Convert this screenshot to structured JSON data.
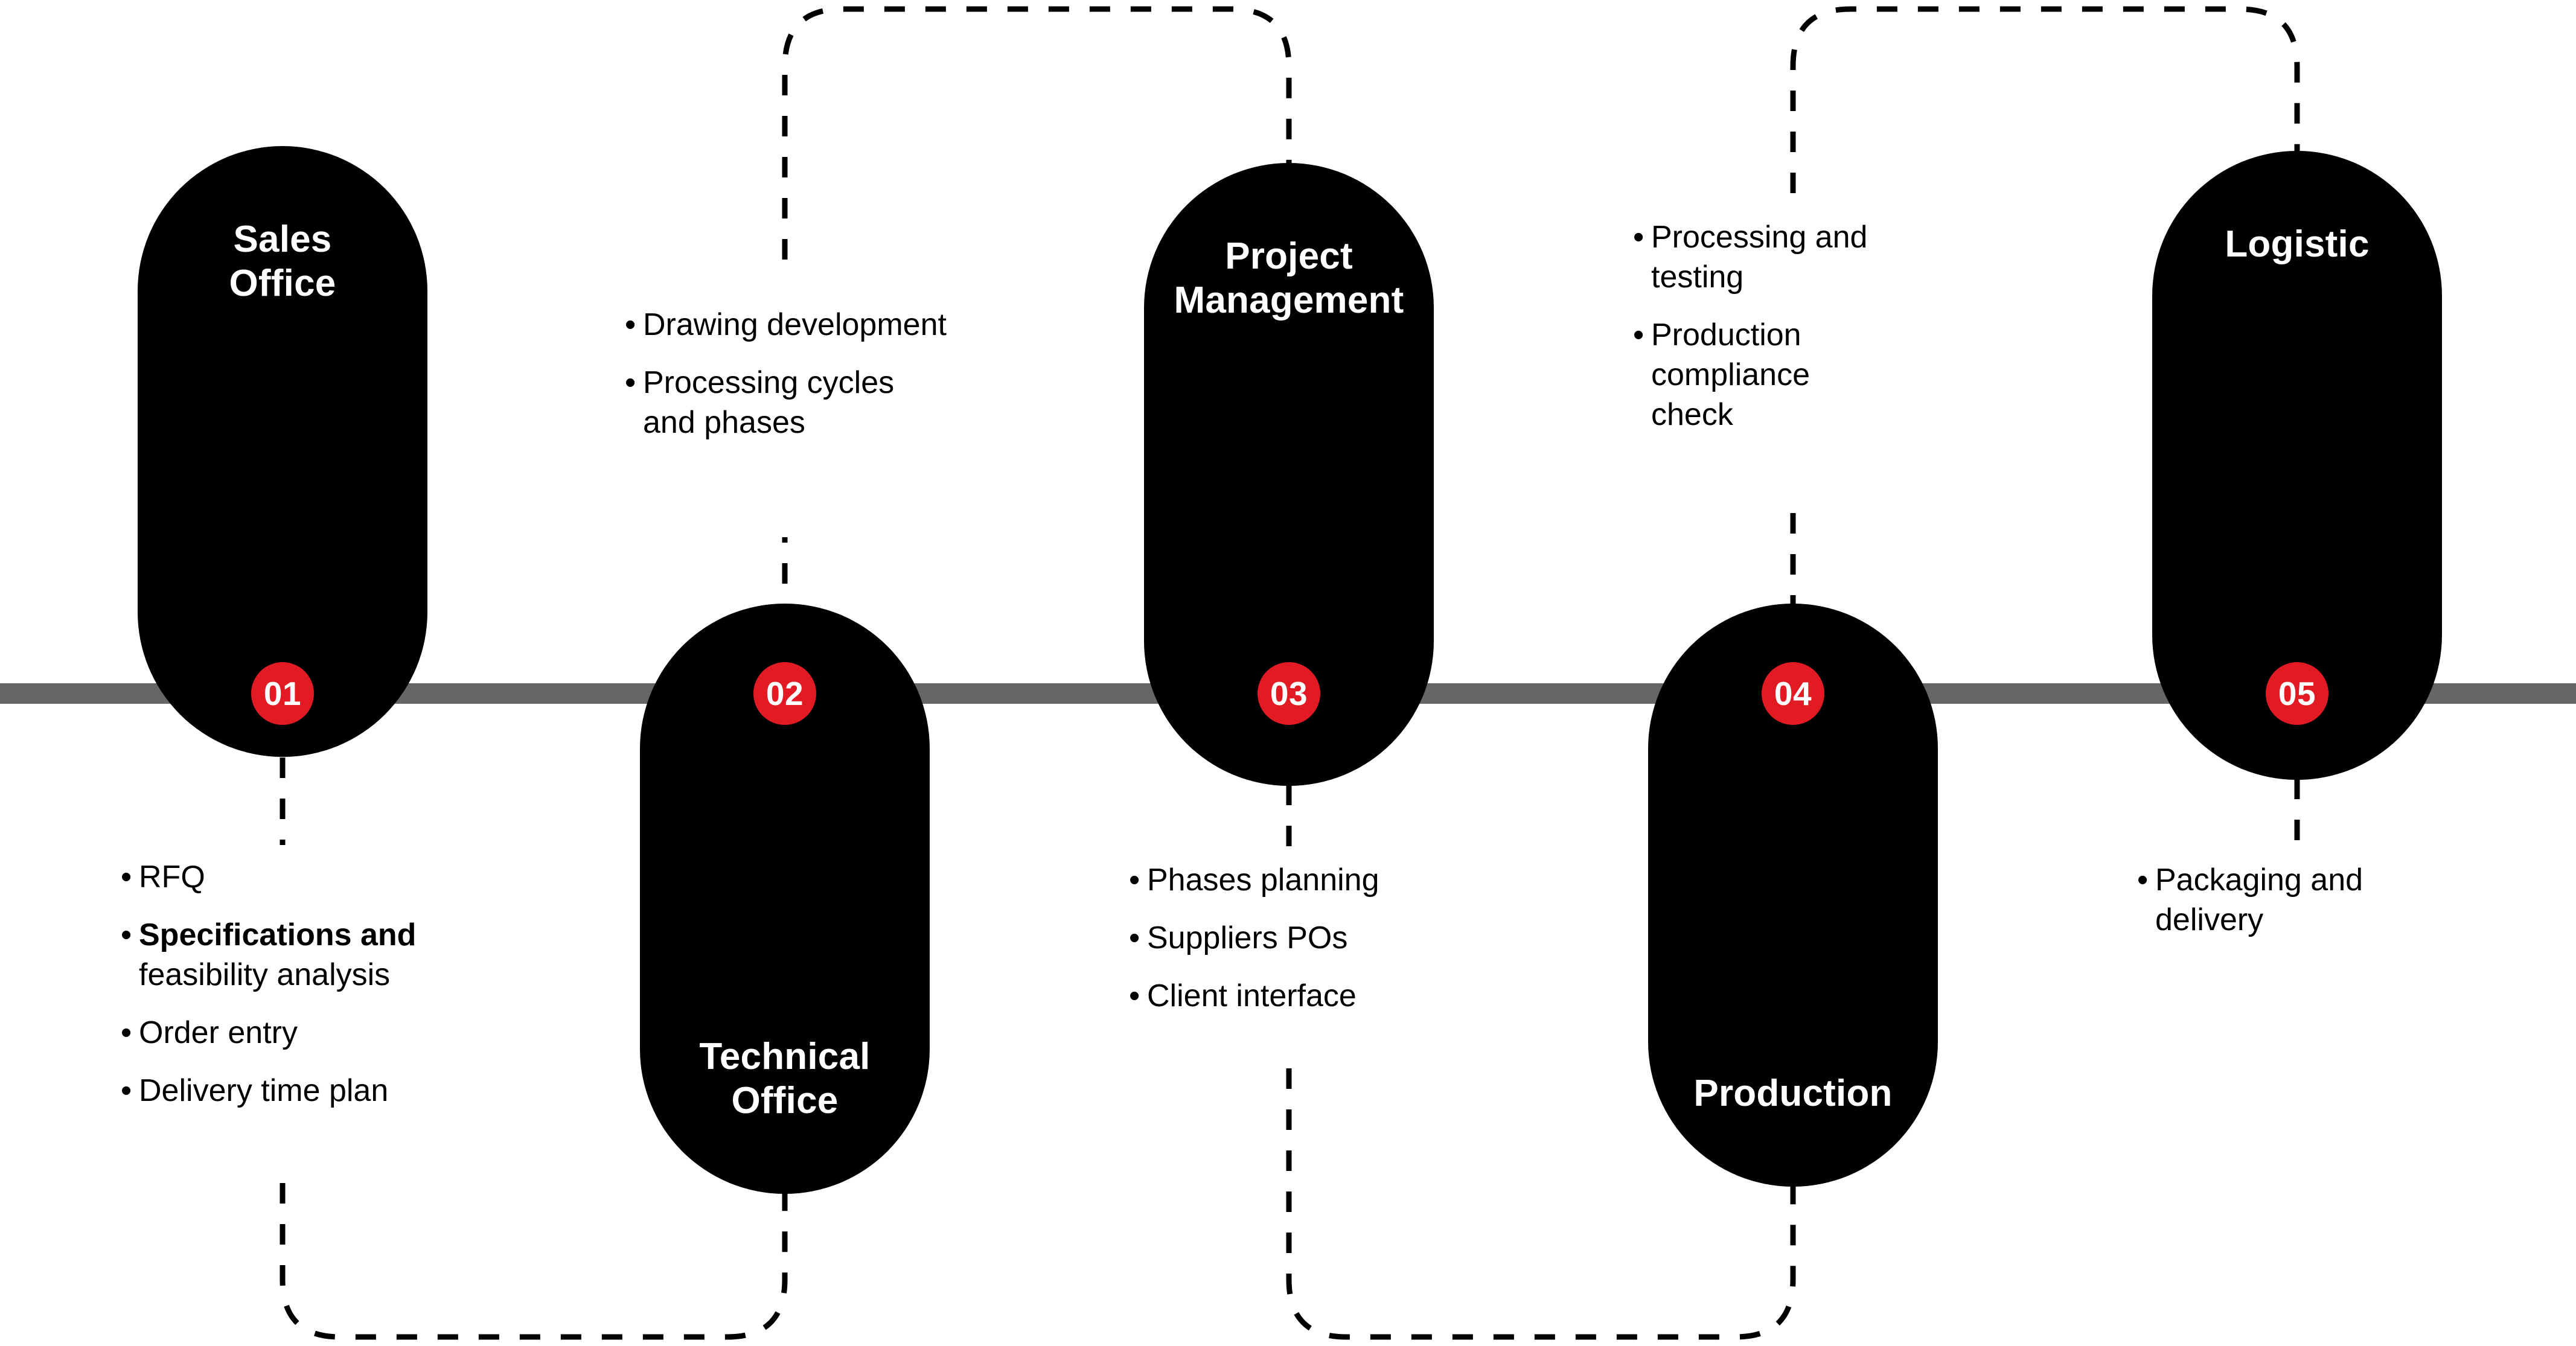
{
  "theme": {
    "background": "#ffffff",
    "pill_color": "#000000",
    "badge_color": "#E21A23",
    "timeline_bar_color": "#666666",
    "text_on_dark": "#ffffff",
    "text_on_light": "#000000",
    "connector_style": "dashed"
  },
  "timeline": {
    "orientation": "horizontal",
    "step_count": 5
  },
  "steps": [
    {
      "number": "01",
      "title": "Sales\nOffice",
      "pill_position": "above-line",
      "bullets_position": "below-line",
      "bullets": [
        {
          "text": "RFQ",
          "bold_prefix": ""
        },
        {
          "text": "Specifications and\nfeasibility analysis",
          "bold_prefix": "Specifications and"
        },
        {
          "text": "Order entry",
          "bold_prefix": ""
        },
        {
          "text": "Delivery time plan",
          "bold_prefix": ""
        }
      ]
    },
    {
      "number": "02",
      "title": "Technical\nOffice",
      "pill_position": "below-line",
      "bullets_position": "above-line",
      "bullets": [
        {
          "text": "Drawing development",
          "bold_prefix": ""
        },
        {
          "text": "Processing cycles\nand phases",
          "bold_prefix": ""
        }
      ]
    },
    {
      "number": "03",
      "title": "Project\nManagement",
      "pill_position": "above-line",
      "bullets_position": "below-line",
      "bullets": [
        {
          "text": "Phases planning",
          "bold_prefix": ""
        },
        {
          "text": "Suppliers POs",
          "bold_prefix": ""
        },
        {
          "text": "Client interface",
          "bold_prefix": ""
        }
      ]
    },
    {
      "number": "04",
      "title": "Production",
      "pill_position": "below-line",
      "bullets_position": "above-line",
      "bullets": [
        {
          "text": "Processing and\ntesting",
          "bold_prefix": ""
        },
        {
          "text": "Production\ncompliance\ncheck",
          "bold_prefix": ""
        }
      ]
    },
    {
      "number": "05",
      "title": "Logistic",
      "pill_position": "above-line",
      "bullets_position": "below-line",
      "bullets": [
        {
          "text": "Packaging and\ndelivery",
          "bold_prefix": ""
        }
      ]
    }
  ]
}
